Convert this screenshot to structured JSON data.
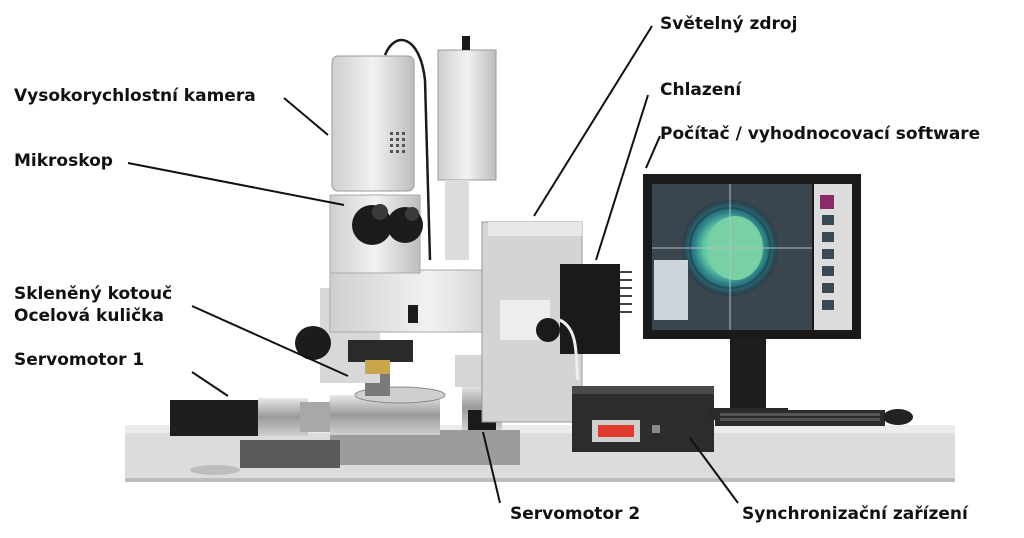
{
  "labels": {
    "camera": "Vysokorychlostní kamera",
    "microscope": "Mikroskop",
    "glass_disc": "Skleněný kotouč",
    "steel_ball": "Ocelová kulička",
    "servo1": "Servomotor 1",
    "light_source": "Světelný zdroj",
    "cooling": "Chlazení",
    "computer": "Počítač / vyhodnocovací software",
    "servo2": "Servomotor 2",
    "sync": "Synchronizační zařízení"
  },
  "colors": {
    "background": "#ffffff",
    "instrument_light": "#e6e6e6",
    "instrument_dark": "#1c1c1c",
    "metal": "#b5b5b5",
    "table": "#d9d9d9",
    "screen_bg": "#3f4a52",
    "screen_ring": "#2ba6a0",
    "screen_center": "#8fd6a8",
    "display_red": "#e03a2f"
  },
  "icons": {
    "camera": "camera-icon",
    "cooling": "heat-sink-icon"
  }
}
